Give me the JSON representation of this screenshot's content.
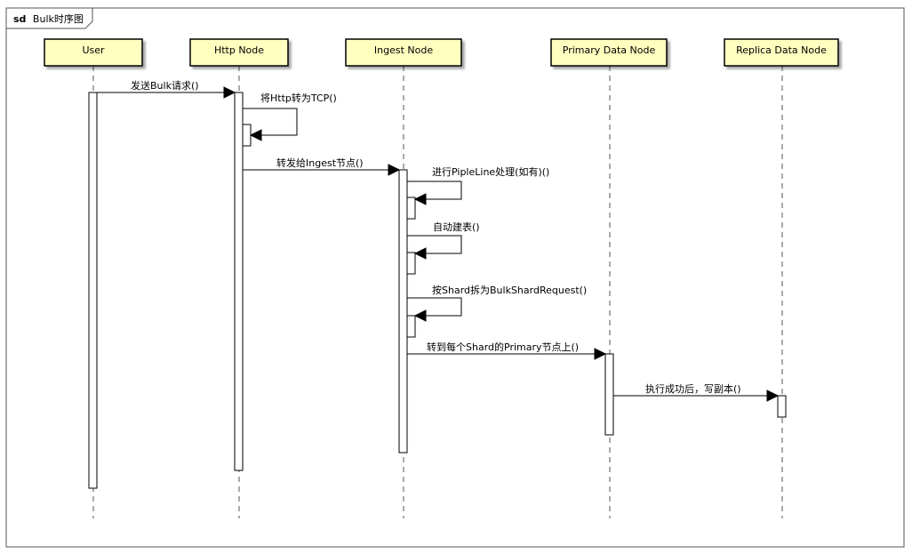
{
  "frame": {
    "keyword": "sd",
    "name": "Bulk时序图"
  },
  "lifelines": [
    {
      "id": "user",
      "name": "User"
    },
    {
      "id": "http",
      "name": "Http Node"
    },
    {
      "id": "ingest",
      "name": "Ingest Node"
    },
    {
      "id": "primary",
      "name": "Primary Data Node"
    },
    {
      "id": "replica",
      "name": "Replica Data Node"
    }
  ],
  "messages": [
    {
      "from": "user",
      "to": "http",
      "label": "发送Bulk请求()"
    },
    {
      "from": "http",
      "to": "http",
      "label": "将Http转为TCP()"
    },
    {
      "from": "http",
      "to": "ingest",
      "label": "转发给Ingest节点()"
    },
    {
      "from": "ingest",
      "to": "ingest",
      "label": "进行PipleLine处理(如有)()"
    },
    {
      "from": "ingest",
      "to": "ingest",
      "label": "自动建表()"
    },
    {
      "from": "ingest",
      "to": "ingest",
      "label": "按Shard拆为BulkShardRequest()"
    },
    {
      "from": "ingest",
      "to": "primary",
      "label": "转到每个Shard的Primary节点上()"
    },
    {
      "from": "primary",
      "to": "replica",
      "label": "执行成功后，写副本()"
    }
  ],
  "colors": {
    "lifeline_head_fill": "#ffffc0",
    "lifeline_head_border": "#000000",
    "line": "#000000",
    "frame_border": "#555555"
  }
}
